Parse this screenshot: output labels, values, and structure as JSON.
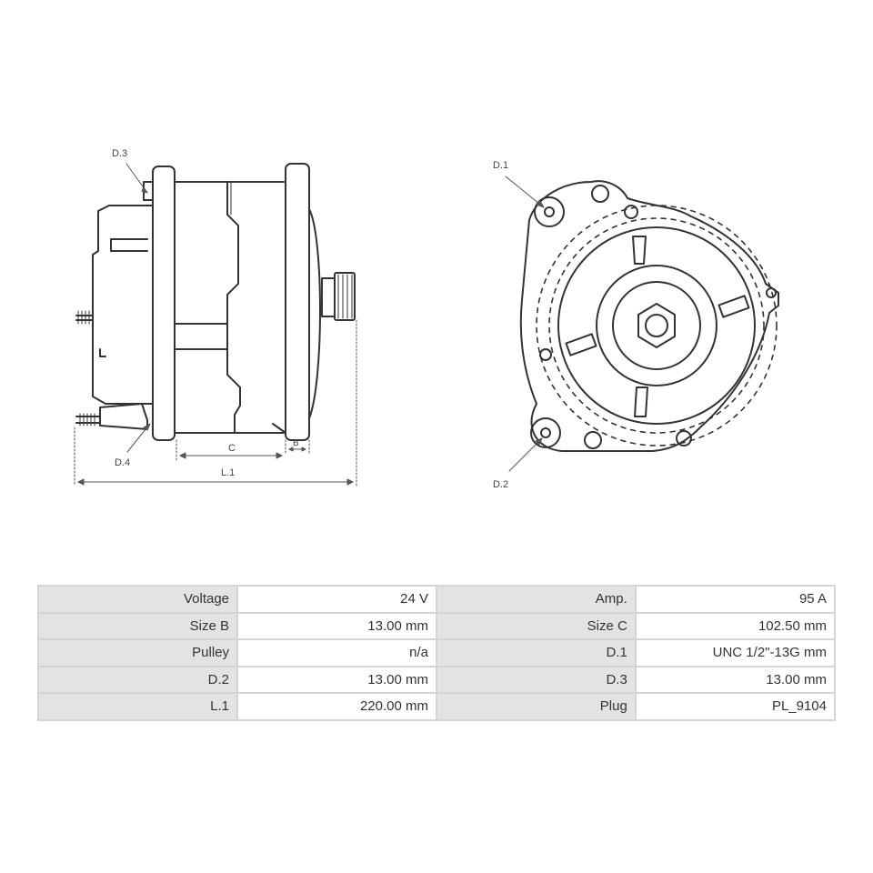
{
  "drawing": {
    "side_view_labels": {
      "d3": "D.3",
      "d4": "D.4",
      "c": "C",
      "b": "B",
      "l1": "L.1"
    },
    "front_view_labels": {
      "d1": "D.1",
      "d2": "D.2"
    }
  },
  "specs": {
    "rows": [
      [
        {
          "label": "Voltage",
          "value": "24 V"
        },
        {
          "label": "Amp.",
          "value": "95 A"
        }
      ],
      [
        {
          "label": "Size B",
          "value": "13.00 mm"
        },
        {
          "label": "Size C",
          "value": "102.50 mm"
        }
      ],
      [
        {
          "label": "Pulley",
          "value": "n/a"
        },
        {
          "label": "D.1",
          "value": "UNC 1/2\"-13G mm"
        }
      ],
      [
        {
          "label": "D.2",
          "value": "13.00 mm"
        },
        {
          "label": "D.3",
          "value": "13.00 mm"
        }
      ],
      [
        {
          "label": "L.1",
          "value": "220.00 mm"
        },
        {
          "label": "Plug",
          "value": "PL_9104"
        }
      ]
    ]
  }
}
